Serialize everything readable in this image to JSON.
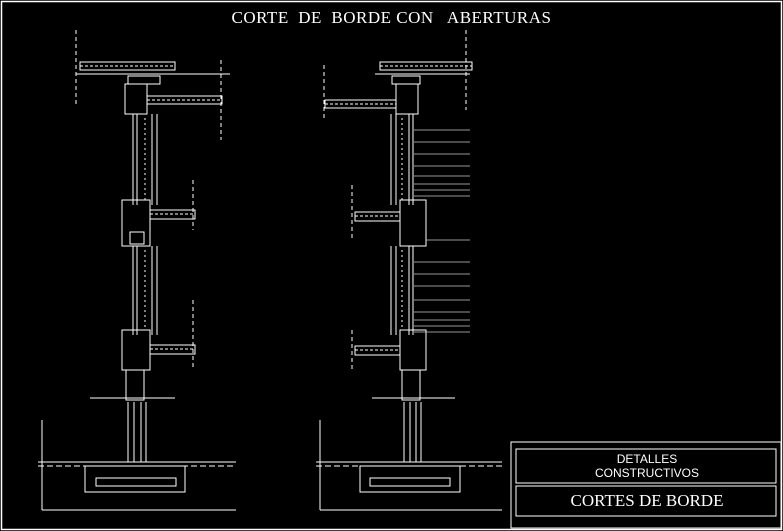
{
  "drawing": {
    "title": "CORTE  DE  BORDE CON   ABERTURAS"
  },
  "title_block": {
    "line1": "DETALLES",
    "line2": "CONSTRUCTIVOS",
    "name": "CORTES DE BORDE"
  },
  "colors": {
    "background": "#000000",
    "frame": "#ffffff",
    "detail": "#ffffff",
    "annotation_line": "#c8c8c8"
  }
}
